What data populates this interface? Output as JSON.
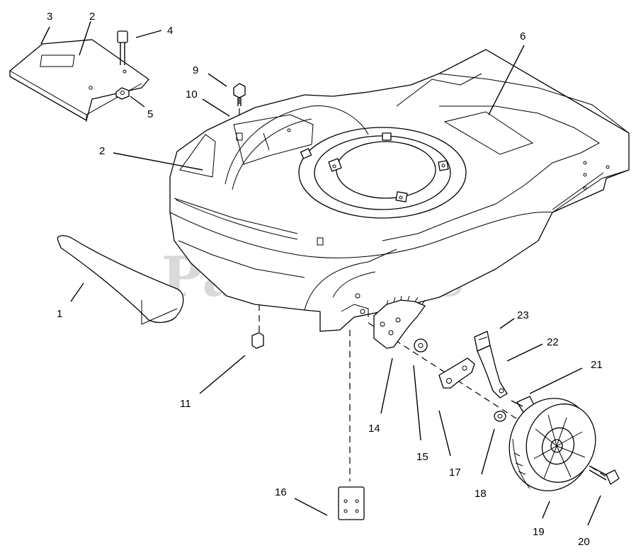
{
  "watermark": {
    "text": "PartsTree",
    "mark": "™"
  },
  "callouts": [
    {
      "id": "c3",
      "label": "3"
    },
    {
      "id": "c2a",
      "label": "2"
    },
    {
      "id": "c4",
      "label": "4"
    },
    {
      "id": "c5",
      "label": "5"
    },
    {
      "id": "c9",
      "label": "9"
    },
    {
      "id": "c10",
      "label": "10"
    },
    {
      "id": "c6",
      "label": "6"
    },
    {
      "id": "c2b",
      "label": "2"
    },
    {
      "id": "c1",
      "label": "1"
    },
    {
      "id": "c11",
      "label": "11"
    },
    {
      "id": "c23",
      "label": "23"
    },
    {
      "id": "c22",
      "label": "22"
    },
    {
      "id": "c21",
      "label": "21"
    },
    {
      "id": "c14",
      "label": "14"
    },
    {
      "id": "c15",
      "label": "15"
    },
    {
      "id": "c17",
      "label": "17"
    },
    {
      "id": "c18",
      "label": "18"
    },
    {
      "id": "c16",
      "label": "16"
    },
    {
      "id": "c19",
      "label": "19"
    },
    {
      "id": "c20",
      "label": "20"
    }
  ]
}
